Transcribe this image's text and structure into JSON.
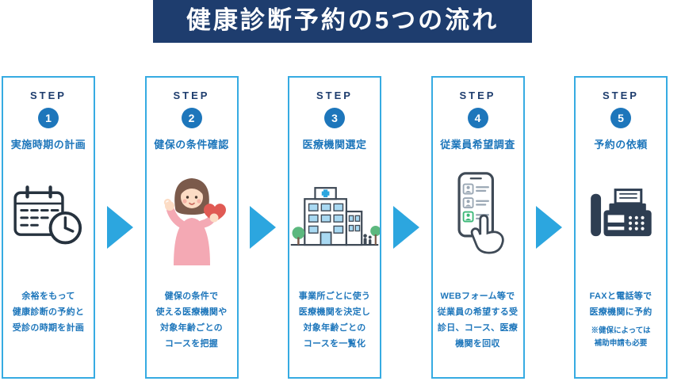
{
  "header": {
    "title": "健康診断予約の5つの流れ"
  },
  "steps": [
    {
      "step_label": "STEP",
      "number": "1",
      "title": "実施時期の計画",
      "icon": "calendar-clock-icon",
      "description": "余裕をもって\n健康診断の予約と\n受診の時期を計画"
    },
    {
      "step_label": "STEP",
      "number": "2",
      "title": "健保の条件確認",
      "icon": "woman-ok-sign-icon",
      "description": "健保の条件で\n使える医療機関や\n対象年齢ごとの\nコースを把握"
    },
    {
      "step_label": "STEP",
      "number": "3",
      "title": "医療機関選定",
      "icon": "hospital-building-icon",
      "description": "事業所ごとに使う\n医療機関を決定し\n対象年齢ごとの\nコースを一覧化"
    },
    {
      "step_label": "STEP",
      "number": "4",
      "title": "従業員希望調査",
      "icon": "smartphone-survey-icon",
      "description": "WEBフォーム等で\n従業員の希望する受\n診日、コース、医療\n機関を回収"
    },
    {
      "step_label": "STEP",
      "number": "5",
      "title": "予約の依頼",
      "icon": "fax-phone-icon",
      "description": "FAXと電話等で\n医療機関に予約",
      "note": "※健保によっては\n補助申請も必要"
    }
  ],
  "colors": {
    "header_bg": "#1e3d6e",
    "card_border": "#36abe2",
    "arrow": "#2ca6df",
    "step_number_bg": "#1d76bb",
    "text_blue": "#1d76bb"
  }
}
